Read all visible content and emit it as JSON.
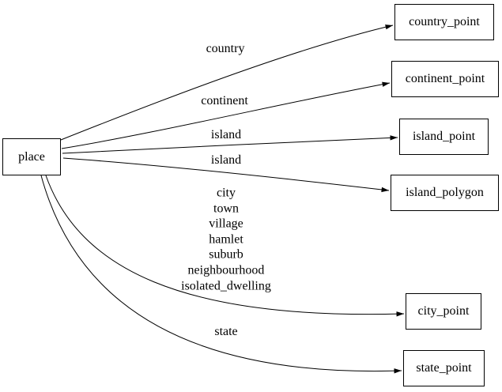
{
  "diagram": {
    "type": "directed-graph",
    "background_color": "#ffffff",
    "line_color": "#000000",
    "text_color": "#000000",
    "node_fill_color": "#ffffff",
    "nodes": [
      {
        "id": "place",
        "label": "place"
      },
      {
        "id": "country_point",
        "label": "country_point"
      },
      {
        "id": "continent_point",
        "label": "continent_point"
      },
      {
        "id": "island_point",
        "label": "island_point"
      },
      {
        "id": "island_polygon",
        "label": "island_polygon"
      },
      {
        "id": "city_point",
        "label": "city_point"
      },
      {
        "id": "state_point",
        "label": "state_point"
      }
    ],
    "edges": [
      {
        "from": "place",
        "to": "country_point",
        "label": "country"
      },
      {
        "from": "place",
        "to": "continent_point",
        "label": "continent"
      },
      {
        "from": "place",
        "to": "island_point",
        "label": "island"
      },
      {
        "from": "place",
        "to": "island_polygon",
        "label": "island"
      },
      {
        "from": "place",
        "to": "city_point",
        "label": "city\ntown\nvillage\nhamlet\nsuburb\nneighbourhood\nisolated_dwelling"
      },
      {
        "from": "place",
        "to": "state_point",
        "label": "state"
      }
    ]
  }
}
